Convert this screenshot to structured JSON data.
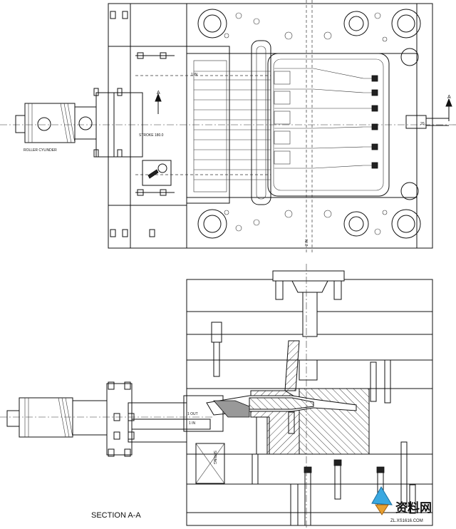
{
  "plan_view": {
    "cylinder_label": "ROLLER CYLINDER",
    "stroke_label": "STROKE 180.0",
    "in_label": "1 IN",
    "section_marker_left": "A",
    "section_marker_right": "A",
    "dimension_label": "20",
    "vertical_label": "2 IN"
  },
  "section_view": {
    "title": "SECTION  A-A",
    "out_label": "1 OUT",
    "in_label": "1 IN",
    "spring_label": "SPRING"
  },
  "watermark": {
    "brand_text": "资料网",
    "url_text": "ZL.XS1616.COM"
  },
  "colors": {
    "line": "#111111",
    "background": "#ffffff",
    "watermark_orange": "#d08a1e",
    "watermark_blue": "#2a8fd0"
  }
}
